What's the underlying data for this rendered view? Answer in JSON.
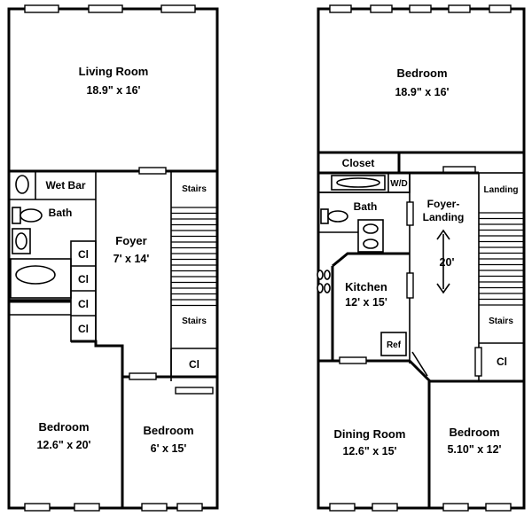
{
  "floor_left": {
    "living_room": {
      "name": "Living Room",
      "dims": "18.9\" x 16'"
    },
    "wet_bar": "Wet Bar",
    "bath": "Bath",
    "foyer": {
      "name": "Foyer",
      "dims": "7' x 14'"
    },
    "stairs_top": "Stairs",
    "stairs_bottom": "Stairs",
    "closets": [
      "Cl",
      "Cl",
      "Cl",
      "Cl",
      "Cl"
    ],
    "bedroom_large": {
      "name": "Bedroom",
      "dims": "12.6\" x 20'"
    },
    "bedroom_small": {
      "name": "Bedroom",
      "dims": "6' x 15'"
    }
  },
  "floor_right": {
    "bedroom_top": {
      "name": "Bedroom",
      "dims": "18.9\" x 16'"
    },
    "closet": "Closet",
    "wd": "W/D",
    "bath": "Bath",
    "foyer_landing": {
      "line1": "Foyer-",
      "line2": "Landing",
      "dims": "20'"
    },
    "landing": "Landing",
    "kitchen": {
      "name": "Kitchen",
      "dims": "12' x 15'"
    },
    "ref": "Ref",
    "stairs": "Stairs",
    "closet_small": "Cl",
    "dining_room": {
      "name": "Dining Room",
      "dims": "12.6\" x 15'"
    },
    "bedroom_bottom": {
      "name": "Bedroom",
      "dims": "5.10\" x 12'"
    }
  }
}
